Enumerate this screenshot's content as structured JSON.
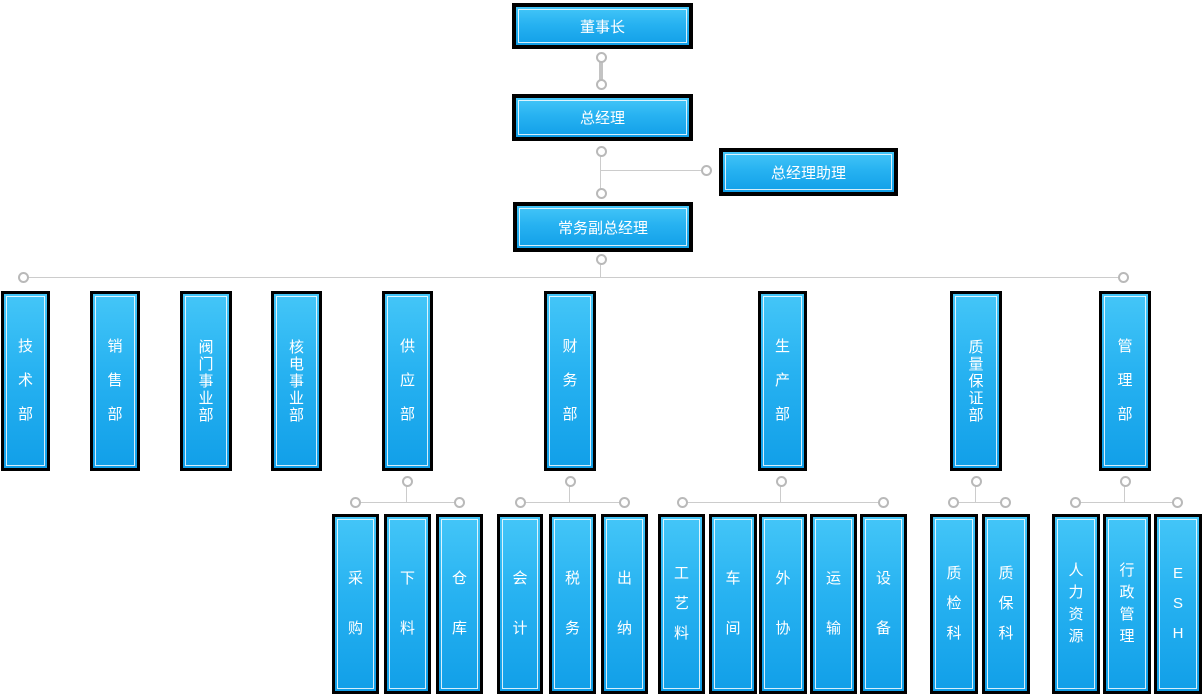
{
  "colors": {
    "box_gradient_top": "#44c6f8",
    "box_gradient_bottom": "#119fe8",
    "box_border": "#000000",
    "box_inner_border": "#ffffff",
    "box_text": "#ffffff",
    "connector_line": "#cccccc",
    "connector_dot_border": "#b9b9b9",
    "connector_dot_fill": "#ffffff",
    "background": "#ffffff"
  },
  "nodes": {
    "chairman": {
      "label": "董事长"
    },
    "general_manager": {
      "label": "总经理"
    },
    "gm_assistant": {
      "label": "总经理助理"
    },
    "deputy_general_manager": {
      "label": "常务副总经理"
    }
  },
  "departments": [
    {
      "label": "技术部"
    },
    {
      "label": "销售部"
    },
    {
      "label": "阀门事业部"
    },
    {
      "label": "核电事业部"
    },
    {
      "label": "供应部"
    },
    {
      "label": "财务部"
    },
    {
      "label": "生产部"
    },
    {
      "label": "质量保证部"
    },
    {
      "label": "管理部"
    }
  ],
  "groups": [
    {
      "parent": "供应部",
      "children": [
        {
          "label": "采购"
        },
        {
          "label": "下料"
        },
        {
          "label": "仓库"
        }
      ]
    },
    {
      "parent": "财务部",
      "children": [
        {
          "label": "会计"
        },
        {
          "label": "税务"
        },
        {
          "label": "出纳"
        }
      ]
    },
    {
      "parent": "生产部",
      "children": [
        {
          "label": "工艺料"
        },
        {
          "label": "车间"
        },
        {
          "label": "外协"
        },
        {
          "label": "运输"
        },
        {
          "label": "设备"
        }
      ]
    },
    {
      "parent": "质量保证部",
      "children": [
        {
          "label": "质检科"
        },
        {
          "label": "质保科"
        }
      ]
    },
    {
      "parent": "管理部",
      "children": [
        {
          "label": "人力资源"
        },
        {
          "label": "行政管理"
        },
        {
          "label": "ESH"
        }
      ]
    }
  ]
}
